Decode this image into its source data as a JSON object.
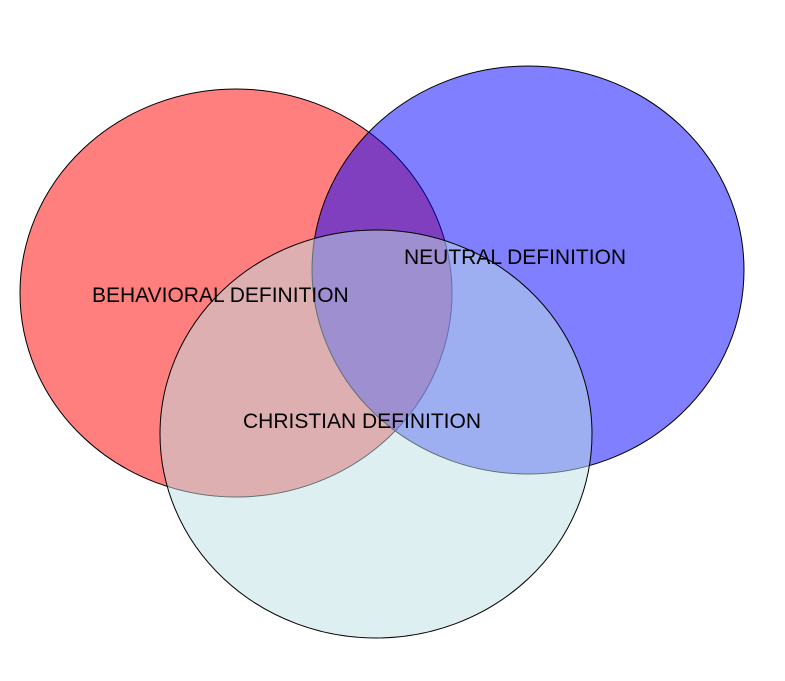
{
  "diagram": {
    "type": "venn",
    "sets": [
      {
        "id": "behavioral",
        "label": "BEHAVIORAL DEFINITION",
        "fill_color": "#ff0000",
        "stroke_color": "#000000"
      },
      {
        "id": "neutral",
        "label": "NEUTRAL DEFINITION",
        "fill_color": "#0000ff",
        "stroke_color": "#000000"
      },
      {
        "id": "christian",
        "label": "CHRISTIAN DEFINITION",
        "fill_color": "#bde0e4",
        "stroke_color": "#000000"
      }
    ]
  }
}
